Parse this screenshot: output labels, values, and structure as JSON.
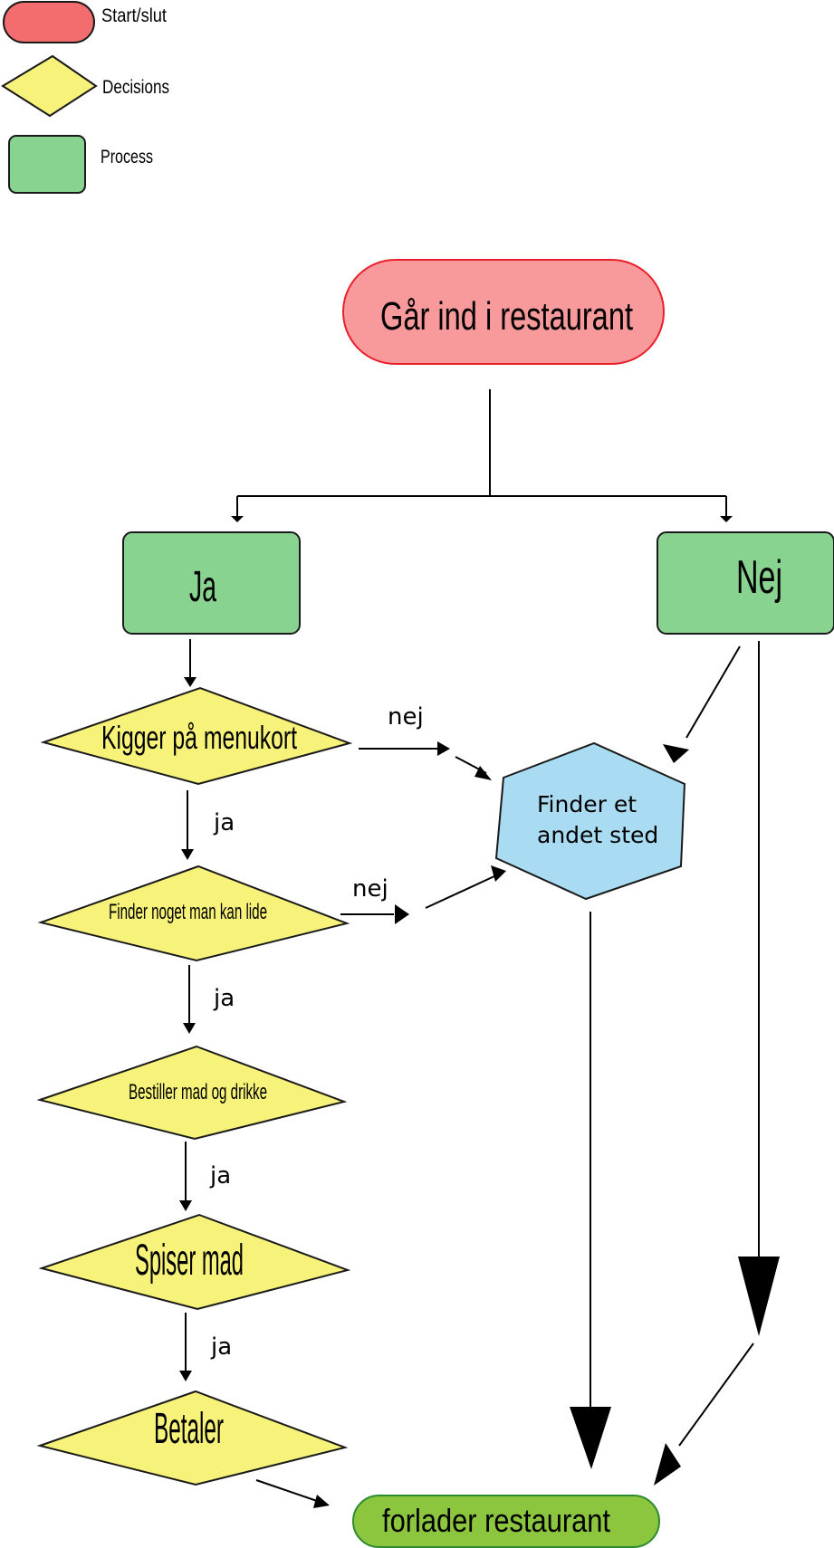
{
  "legend": {
    "start_end": "Start/slut",
    "decision": "Decisions",
    "process": "Process"
  },
  "nodes": {
    "start": "Går ind i restaurant",
    "yes_box": "Ja",
    "no_box": "Nej",
    "look_menu": "Kigger på menukort",
    "find_liked": "Finder noget man kan lide",
    "order": "Bestiller mad og drikke",
    "eat": "Spiser mad",
    "pay": "Betaler",
    "other_place_line1": "Finder et",
    "other_place_line2": "andet sted",
    "leave": "forlader restaurant"
  },
  "edge_labels": {
    "no_1": "nej",
    "no_2": "nej",
    "yes_1": "ja",
    "yes_2": "ja",
    "yes_3": "ja",
    "yes_4": "ja"
  },
  "colors": {
    "start_fill": "#f89a9c",
    "start_stroke": "#e8202a",
    "legend_start_fill": "#f36d6f",
    "decision_fill": "#f6f27a",
    "process_fill": "#89d391",
    "hexagon_fill": "#a9dcf2",
    "end_fill": "#8cc63f",
    "end_stroke": "#2e8a2e"
  }
}
